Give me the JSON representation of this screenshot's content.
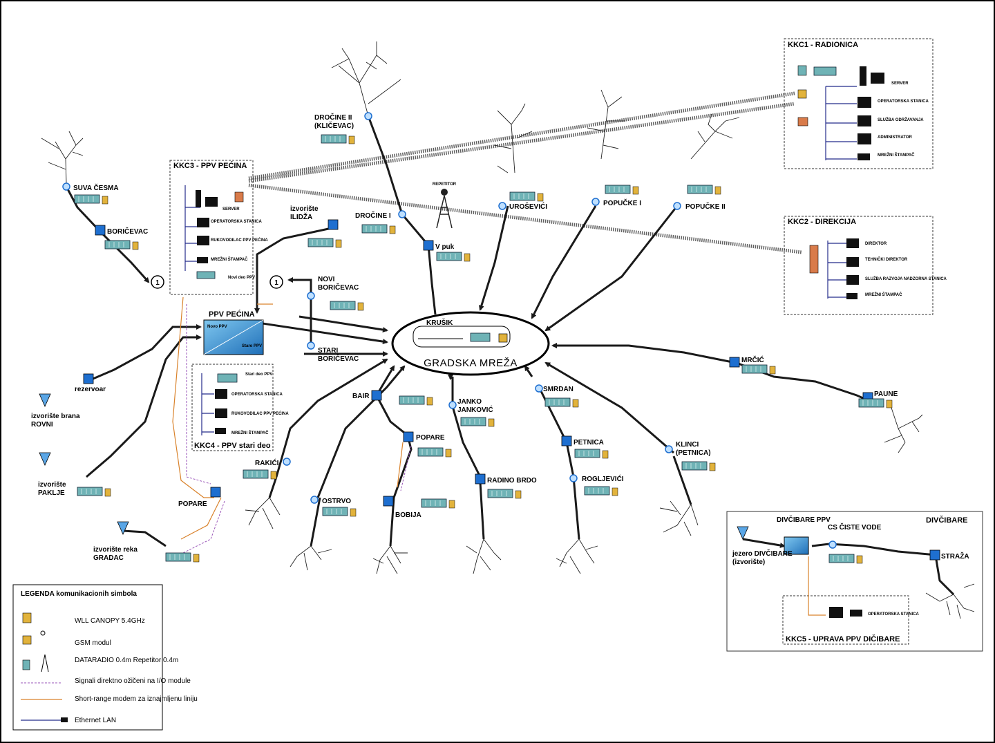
{
  "center": {
    "title": "GRADSKA MREŽA",
    "subtitle": "KRUŠIK"
  },
  "repeater_label": "REPETITOR",
  "boxes": {
    "kkc1": {
      "title": "KKC1 - RADIONICA",
      "items": [
        "SERVER",
        "OPERATORSKA STANICA",
        "SLUŽBA ODRŽAVANJA",
        "ADMINISTRATOR",
        "MREŽNI ŠTAMPAČ"
      ]
    },
    "kkc2": {
      "title": "KKC2 - DIREKCIJA",
      "items": [
        "DIREKTOR",
        "TEHNIČKI DIREKTOR",
        "SLUŽBA RAZVOJA NADZORNA STANICA",
        "MREŽNI ŠTAMPAČ"
      ]
    },
    "kkc3": {
      "title": "KKC3 - PPV PEĆINA",
      "items": [
        "SERVER",
        "OPERATORSKA STANICA",
        "RUKOVODILAC PPV PEĆINA",
        "MREŽNI ŠTAMPAČ"
      ],
      "note": "Novi deo PPV"
    },
    "kkc4": {
      "title": "KKC4 - PPV stari deo",
      "items": [
        "OPERATORSKA STANICA",
        "RUKOVODILAC PPV PEĆINA",
        "MREŽNI ŠTAMPAČ"
      ],
      "note": "Stari deo PPV"
    },
    "kkc5": {
      "title": "KKC5 - UPRAVA PPV DIČIBARE",
      "items": [
        "OPERATORSKA STANICA"
      ]
    },
    "divcibare": {
      "title": "DIVČIBARE"
    }
  },
  "ppv": {
    "title": "PPV PEĆINA",
    "novo": "Novo PPV",
    "staro": "Staro PPV"
  },
  "nodes": {
    "suva_cesma": "SUVA ČESMA",
    "boricevac": "BORIČEVAC",
    "drocine2": "DROČINE II (KLIČEVAC)",
    "drocine1": "DROČINE I",
    "urosevici": "UROŠEVIĆI",
    "popucke1": "POPUČKE I",
    "popucke2": "POPUČKE II",
    "v_puk": "V puk",
    "izvoriste_ilidza": "izvorište ILIDŽA",
    "novi_boricevac": "NOVI BORIČEVAC",
    "stari_boricevac": "STARI BORIČEVAC",
    "rezervoar": "rezervoar",
    "izv_rovni": "izvorište brana ROVNI",
    "izv_paklje": "izvorište PAKLJE",
    "popare_pk": "POPARE",
    "izv_gradac": "izvorište reka GRADAC",
    "bair": "BAIR",
    "popare": "POPARE",
    "bobija": "BOBIJA",
    "rakici": "RAKIĆI",
    "ostrvo": "OSTRVO",
    "janko": "JANKO JANKOVIĆ",
    "radino": "RADINO BRDO",
    "smrdan": "SMRDAN",
    "petnica": "PETNICA",
    "roglj": "ROGLJEVIĆI",
    "klinci": "KLINCI (PETNICA)",
    "mrcic": "MRČIĆ",
    "paune": "PAUNE",
    "div_ppv": "DIVČIBARE PPV",
    "cs_ciste": "CS ČISTE VODE",
    "jezero": "jezero DIVČIBARE (izvorište)",
    "straza": "STRAŽA"
  },
  "legend": {
    "title": "LEGENDA komunikacionih simbola",
    "items": [
      "WLL CANOPY 5.4GHz",
      "GSM modul",
      "DATARADIO 0.4m Repetitor 0.4m",
      "Signali direktno ožičeni na I/O module",
      "Short-range modem za iznajmljenu liniju",
      "Ethernet LAN"
    ]
  },
  "colors": {
    "node": "#1e6fd0",
    "plc": "#6fb3b6",
    "trunk": "#1a1a1a",
    "ethernet": "#232a8a",
    "modem": "#d9822b",
    "signal": "#9a56b8"
  }
}
